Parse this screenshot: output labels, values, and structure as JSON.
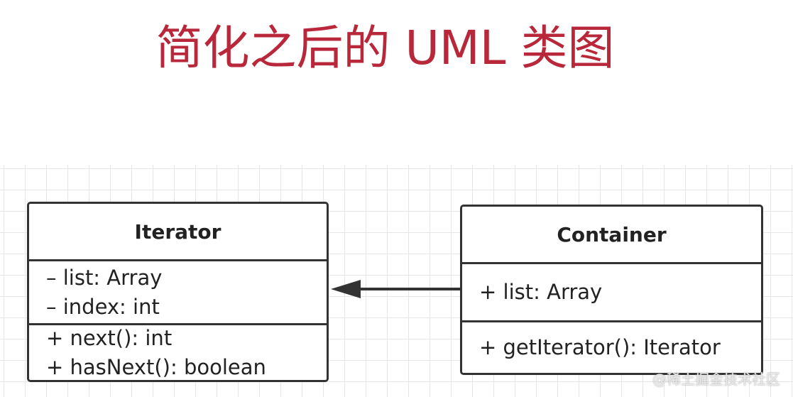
{
  "title": "简化之后的 UML 类图",
  "iterator": {
    "name": "Iterator",
    "attributes": [
      "– list: Array",
      "– index: int"
    ],
    "operations": [
      "+ next(): int",
      "+ hasNext(): boolean"
    ]
  },
  "container": {
    "name": "Container",
    "attributes": [
      "+ list: Array"
    ],
    "operations": [
      "+ getIterator(): Iterator"
    ]
  },
  "watermark": "@稀土掘金技术社区",
  "colors": {
    "title": "#b8283a",
    "line": "#333333",
    "grid": "#e6e6e6"
  }
}
